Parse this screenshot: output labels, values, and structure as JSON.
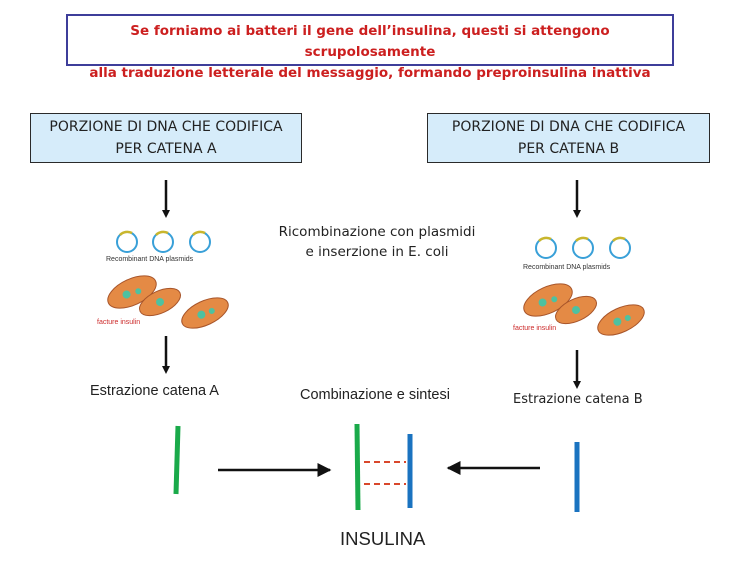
{
  "title": {
    "line1": "Se forniamo ai batteri il gene dell’insulina, questi si attengono scrupolosamente",
    "line2": "alla traduzione letterale del messaggio, formando preproinsulina inattiva"
  },
  "box_a": {
    "line1": "PORZIONE DI DNA CHE CODIFICA",
    "line2": "PER CATENA  A"
  },
  "box_b": {
    "line1": "PORZIONE DI DNA CHE CODIFICA",
    "line2": "PER CATENA B"
  },
  "ricombinazione": {
    "line1": "Ricombinazione con plasmidi",
    "line2": "e inserzione in E. coli"
  },
  "panel_a": {
    "plasmids_label": "Recombinant DNA plasmids",
    "bacteria_label": "facture insulin"
  },
  "panel_b": {
    "plasmids_label": "Recombinant DNA plasmids",
    "bacteria_label": "facture insulin"
  },
  "estrazione_a": "Estrazione catena A",
  "combinazione": "Combinazione e sintesi",
  "estrazione_b": "Estrazione catena B",
  "insulina": "INSULINA",
  "colors": {
    "title_text": "#cc1f1f",
    "title_border": "#3e3e9a",
    "box_fill": "#d6ecfa",
    "chain_a": "#1aaa4a",
    "chain_b": "#1a73c0",
    "disulfide": "#d9472b"
  }
}
